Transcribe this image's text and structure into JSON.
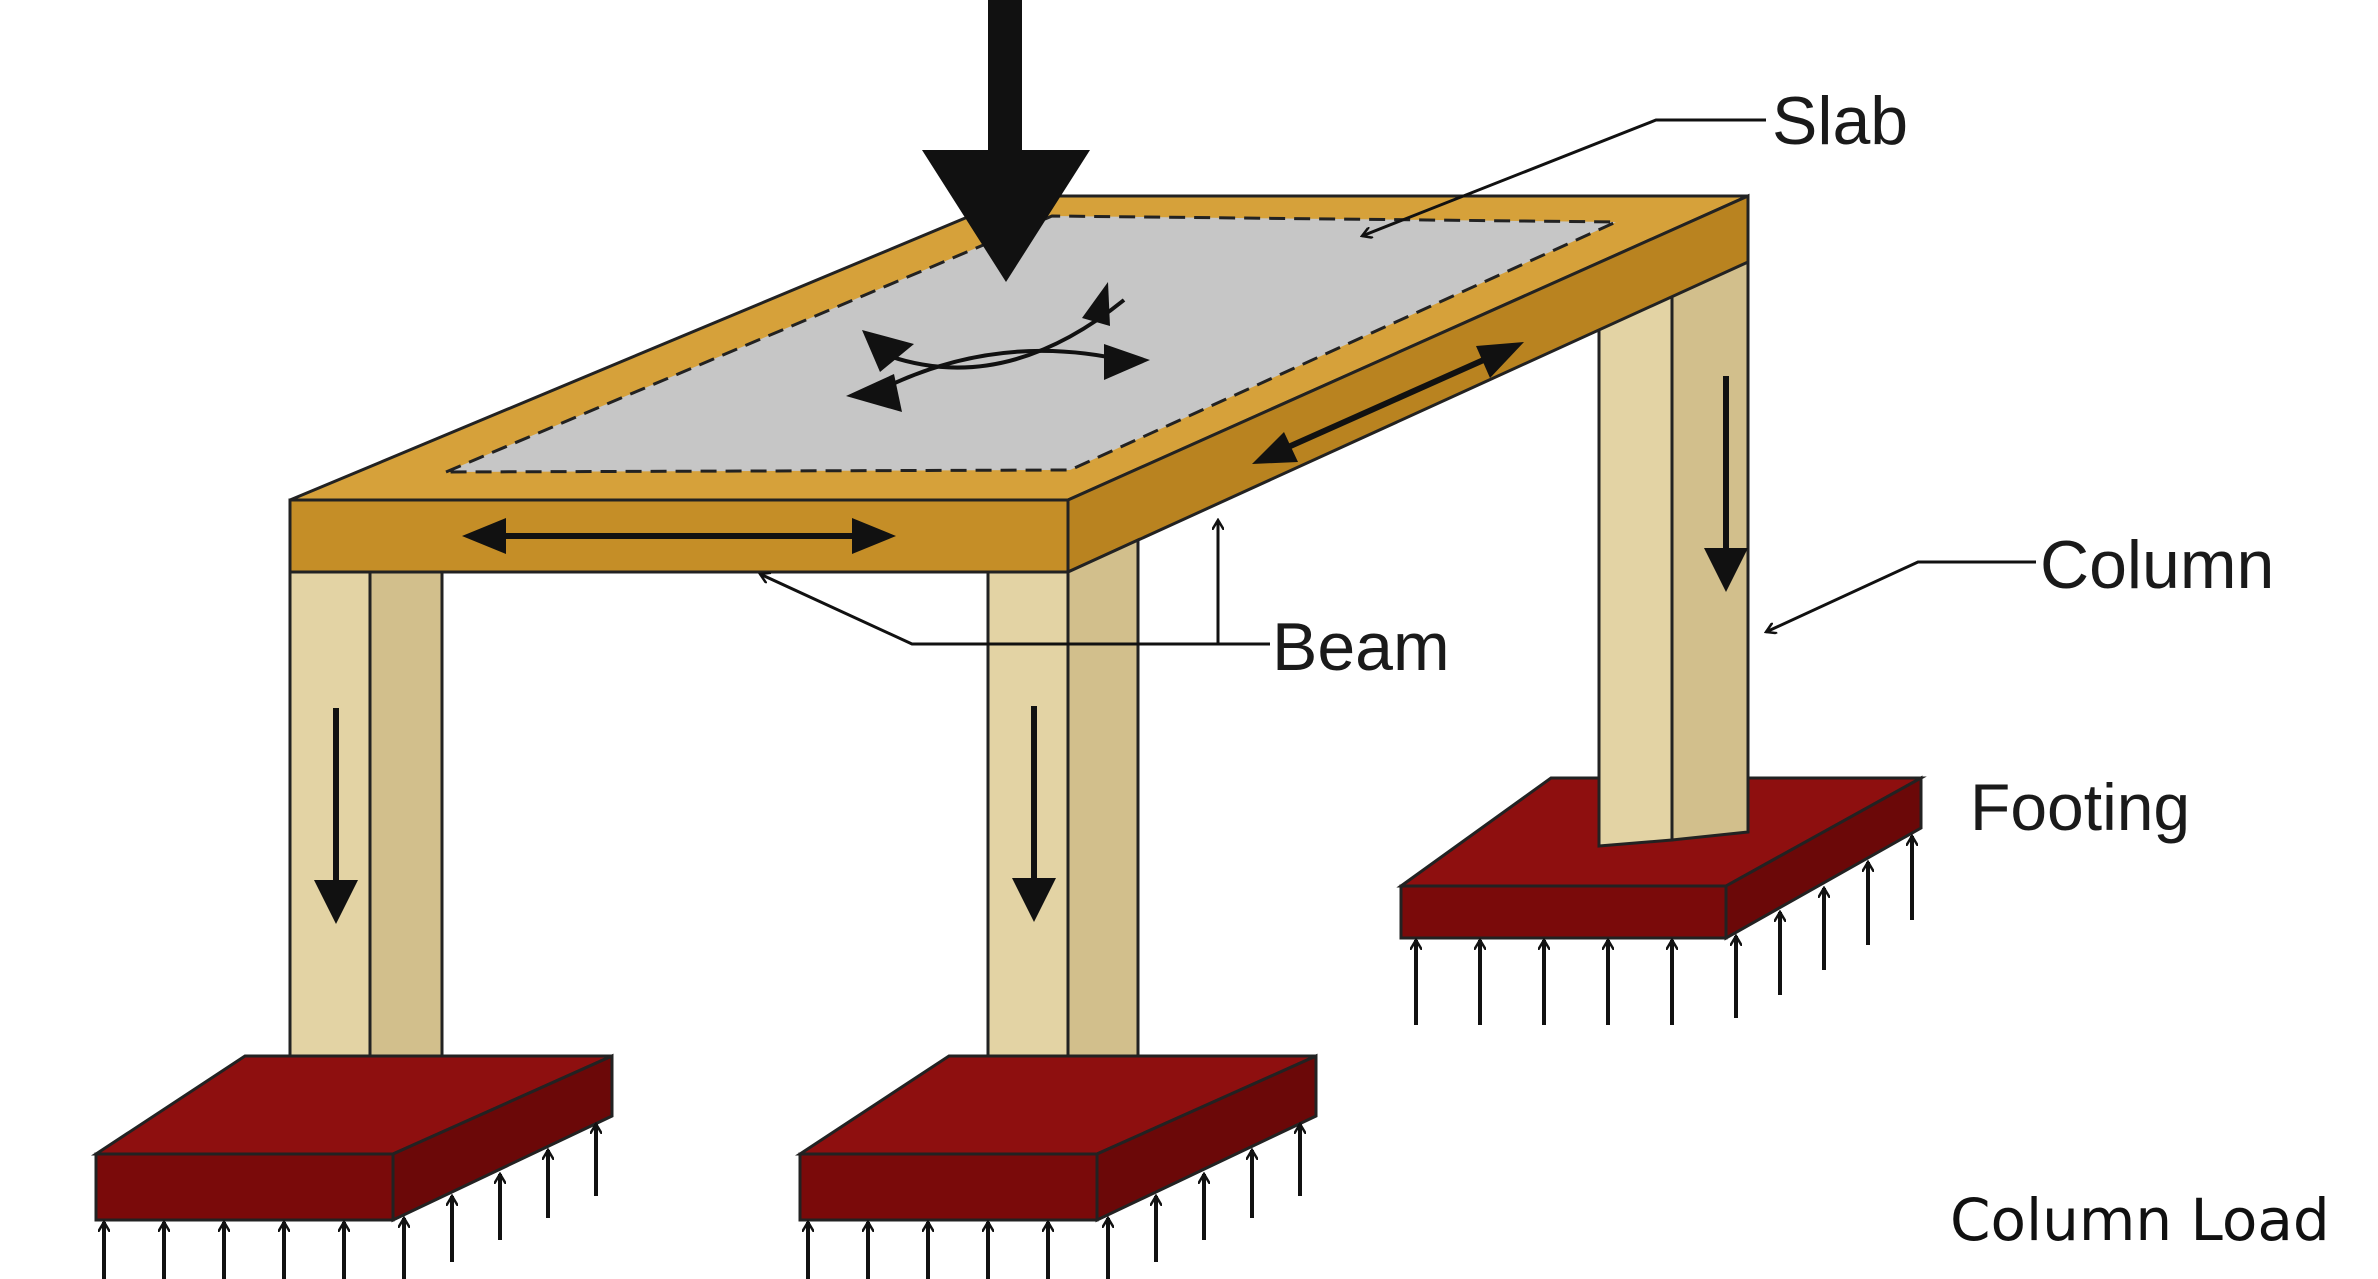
{
  "diagram": {
    "labels": {
      "slab": "Slab",
      "column": "Column",
      "beam": "Beam",
      "footing": "Footing"
    },
    "caption": "Column Load",
    "colors": {
      "beam_top": "#d6a13a",
      "beam_side": "#c58e27",
      "slab": "#c6c6c6",
      "column_front": "#e3d3a4",
      "column_side": "#d2bf8c",
      "footing_top": "#8e0f0f",
      "footing_side": "#7a0a0a",
      "arrow": "#111111"
    }
  }
}
